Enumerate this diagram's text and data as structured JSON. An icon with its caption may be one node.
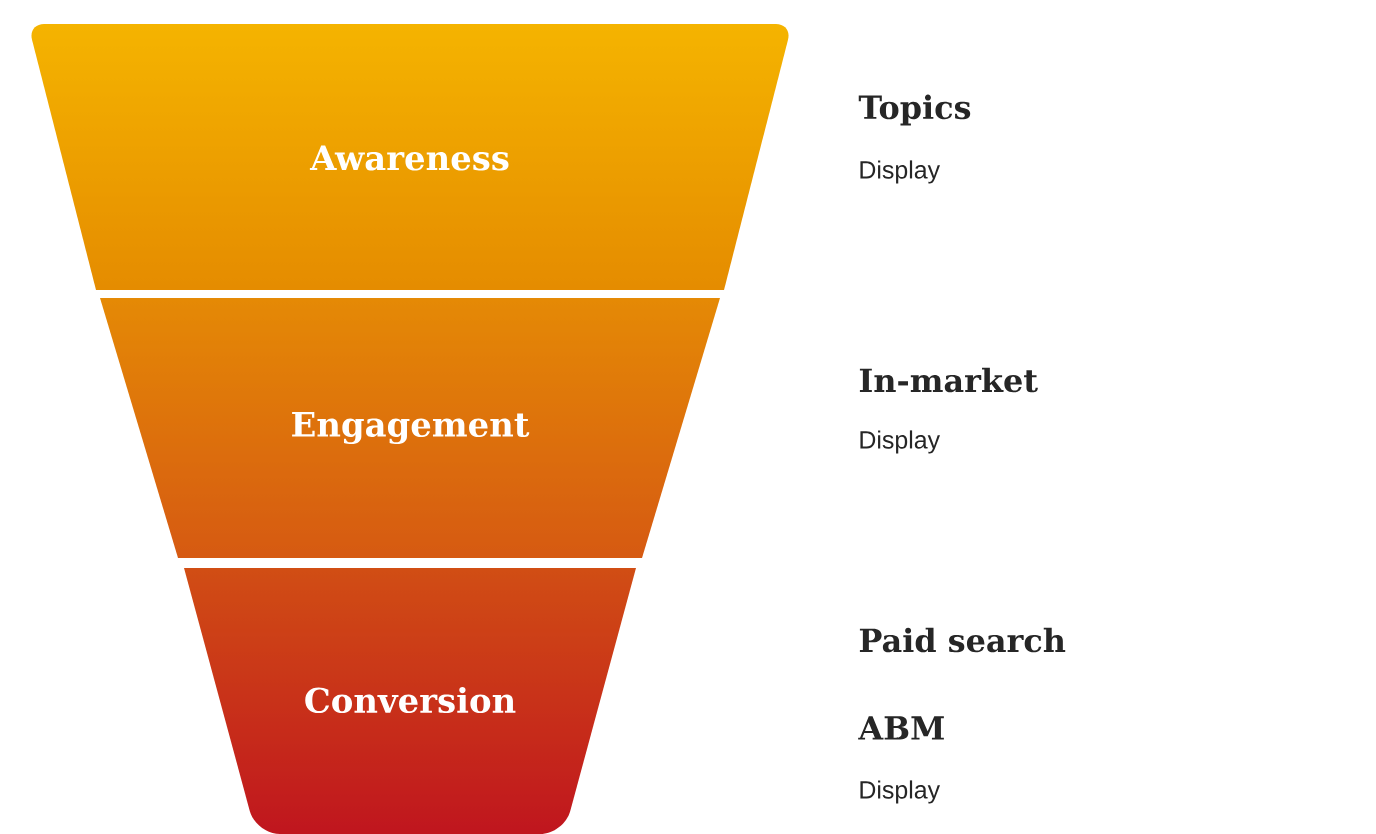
{
  "diagram": {
    "nodes": [
      {
        "text": [
          "Awareness"
        ],
        "beside": [
          "Topics",
          "Display"
        ]
      },
      {
        "text": [
          "Engagement"
        ],
        "beside": [
          "In-market",
          "Display"
        ]
      },
      {
        "text": [
          "Conversion"
        ],
        "beside": [
          "Paid search",
          "ABM",
          "Display"
        ]
      }
    ]
  }
}
